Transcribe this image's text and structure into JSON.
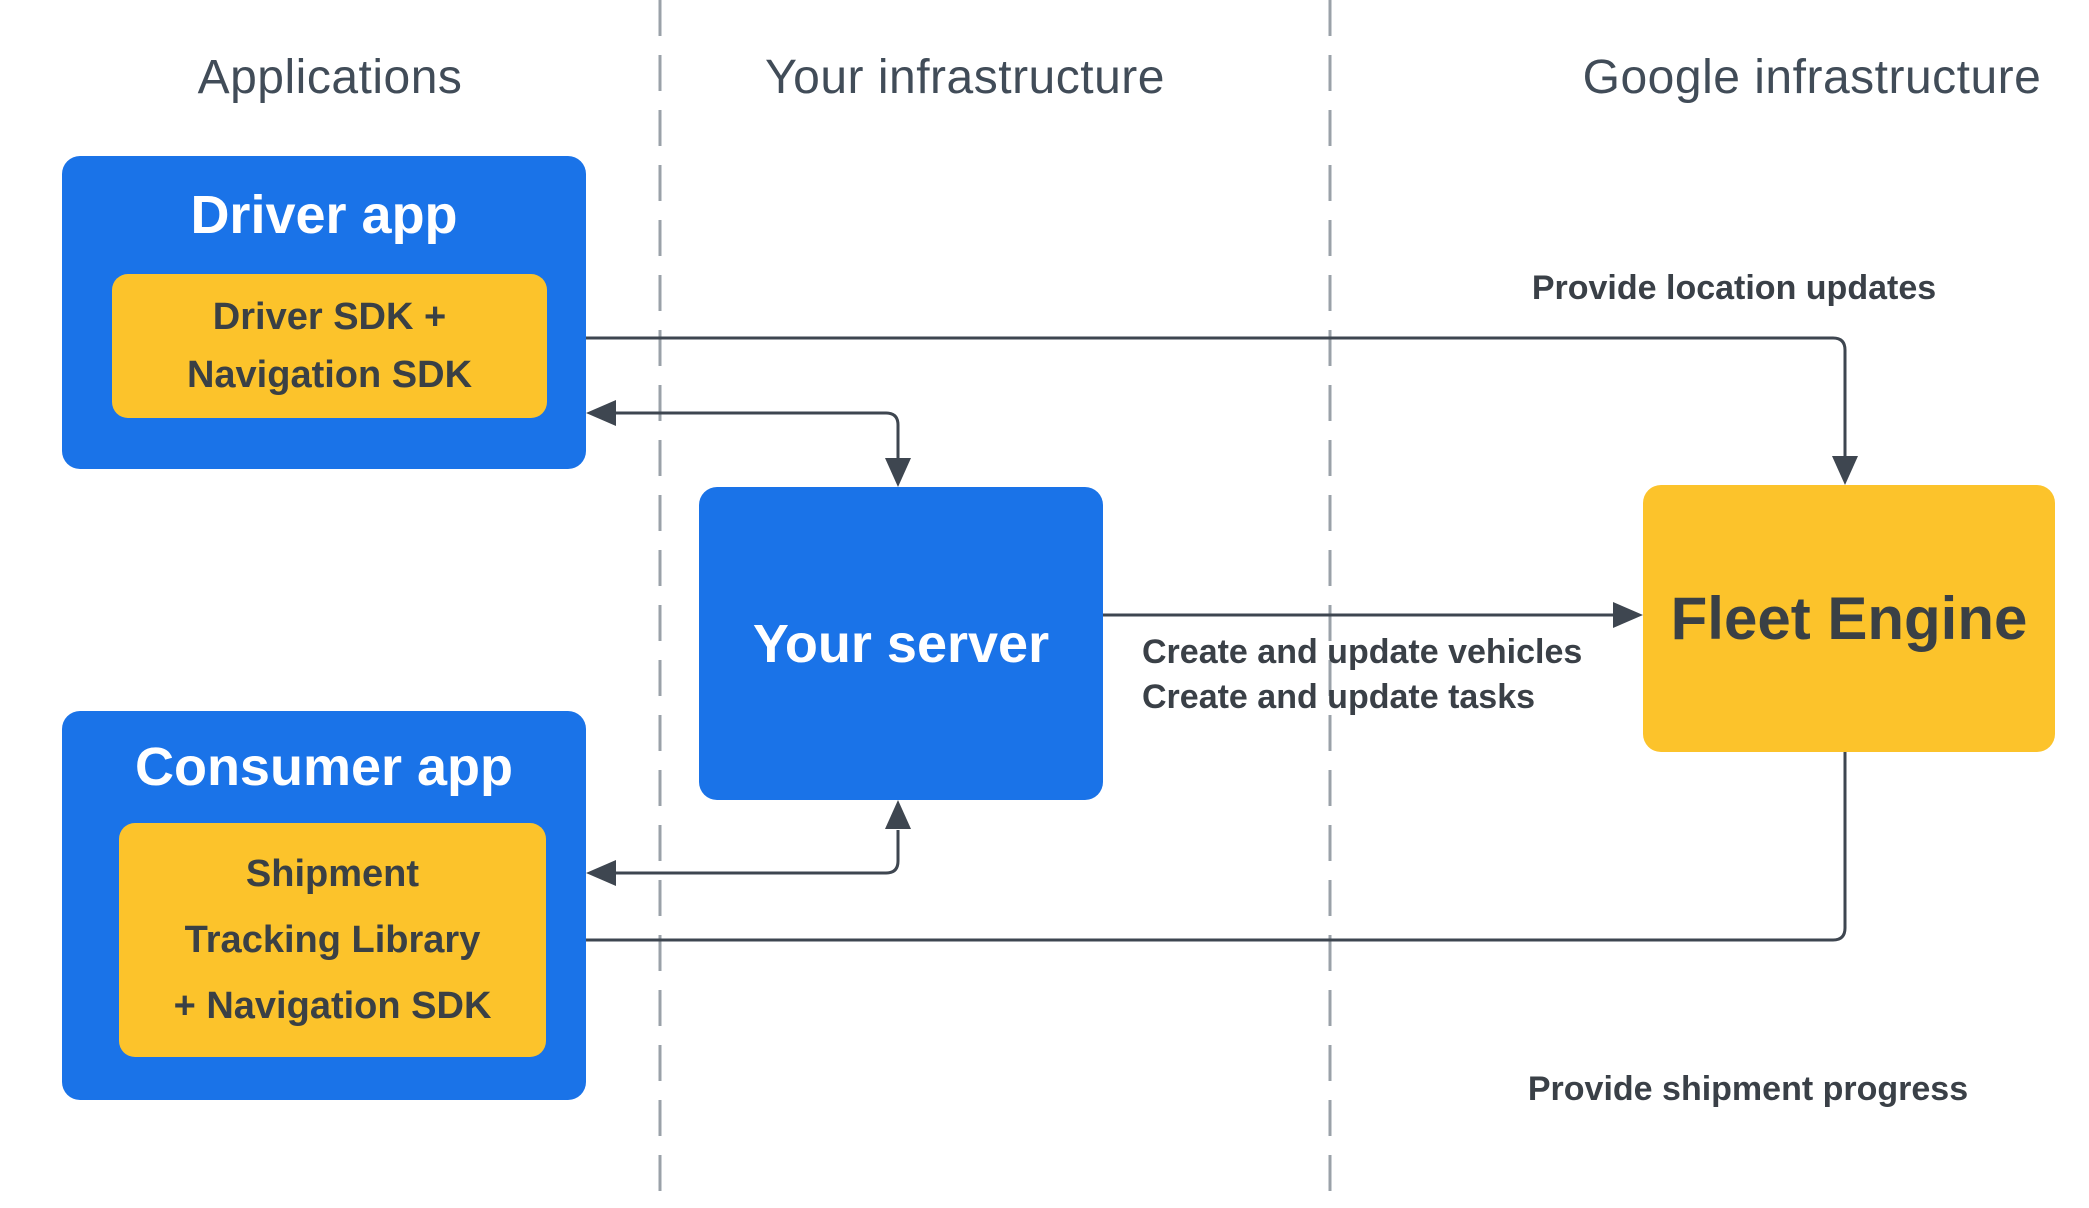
{
  "colors": {
    "blue": "#1a73e8",
    "yellow": "#fcc32b",
    "arrow": "#3e4650",
    "label": "#3a4047",
    "header": "#414c58",
    "dashed": "#9aa1a8",
    "on_blue": "#ffffff",
    "on_yellow": "#3a4045",
    "bg": "#ffffff"
  },
  "columns": [
    {
      "label": "Applications"
    },
    {
      "label": "Your infrastructure"
    },
    {
      "label": "Google infrastructure"
    }
  ],
  "nodes": {
    "driver_app": {
      "label": "Driver app"
    },
    "driver_sdk": {
      "label": "Driver SDK +\nNavigation SDK"
    },
    "consumer_app": {
      "label": "Consumer app"
    },
    "shipment_lib": {
      "label": "Shipment\nTracking Library\n+ Navigation SDK"
    },
    "your_server": {
      "label": "Your server"
    },
    "fleet_engine": {
      "label": "Fleet Engine"
    }
  },
  "edges": {
    "location_updates": {
      "label": "Provide location updates",
      "from": "Fleet Engine",
      "to": "Driver SDK + Navigation SDK",
      "bidirectional": true
    },
    "driver_server": {
      "from": "Driver app",
      "to": "Your server",
      "bidirectional": true
    },
    "create_update": {
      "label": "Create and update vehicles\nCreate and update tasks",
      "from": "Your server",
      "to": "Fleet Engine"
    },
    "server_consumer": {
      "from": "Your server",
      "to": "Consumer app",
      "bidirectional": true
    },
    "shipment_progress": {
      "label": "Provide shipment progress",
      "from": "Fleet Engine",
      "to": "Shipment Tracking Library + Navigation SDK"
    }
  }
}
